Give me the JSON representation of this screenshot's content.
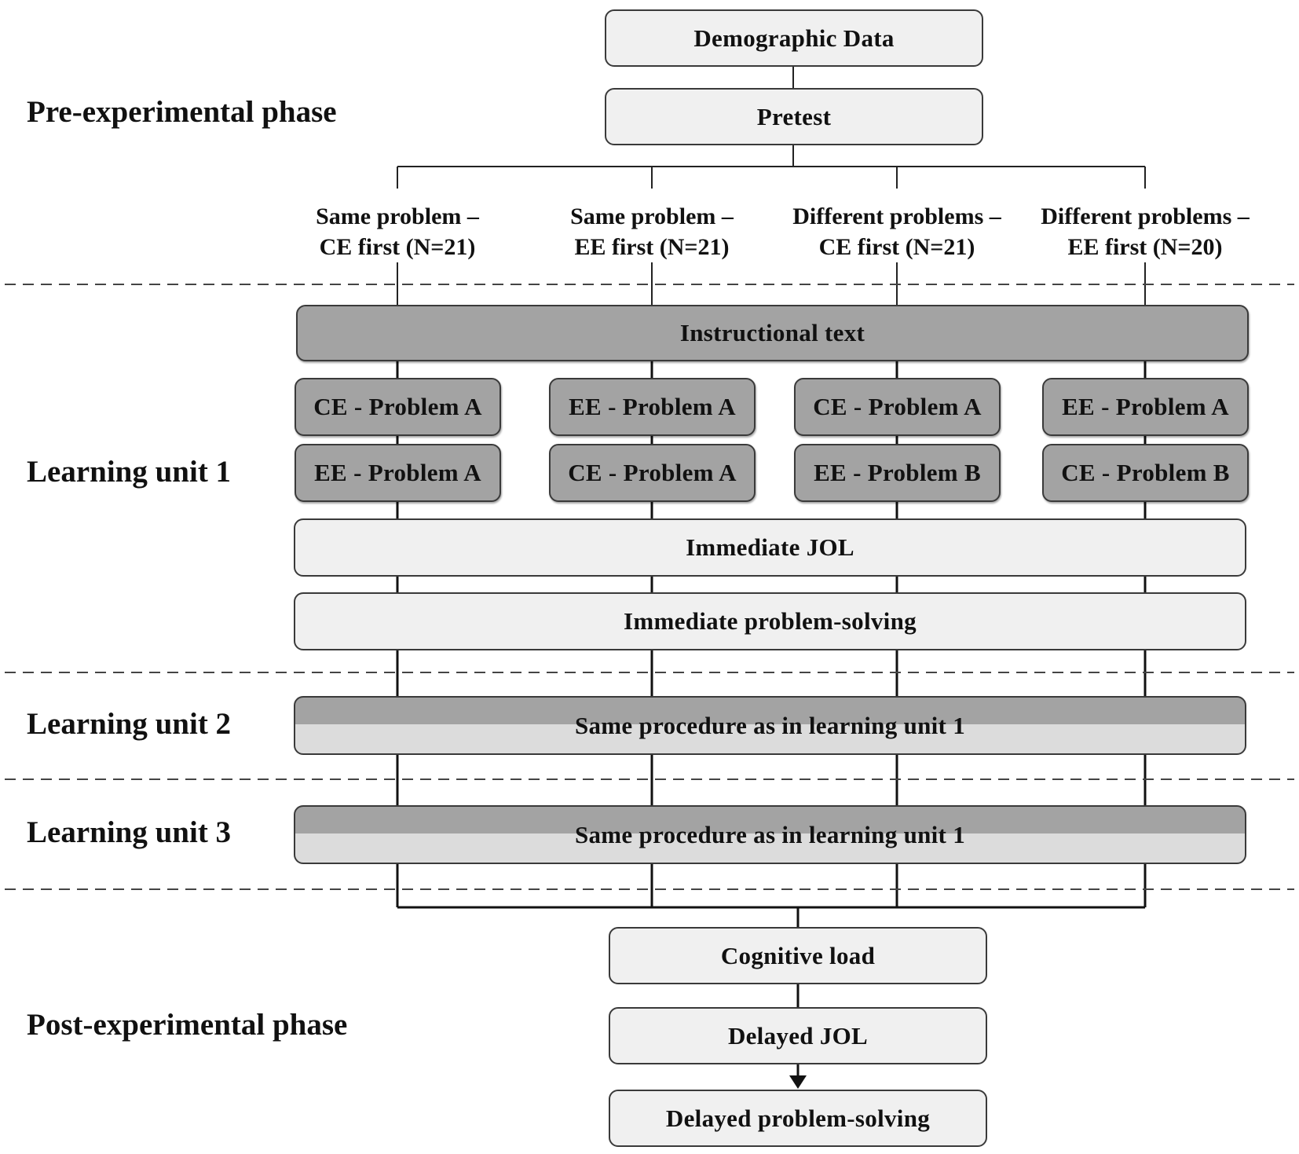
{
  "phases": {
    "pre": "Pre-experimental phase",
    "unit1": "Learning unit 1",
    "unit2": "Learning unit 2",
    "unit3": "Learning unit 3",
    "post": "Post-experimental phase"
  },
  "top_boxes": {
    "demographic": "Demographic Data",
    "pretest": "Pretest"
  },
  "groups": [
    {
      "line1": "Same problem –",
      "line2": "CE first (N=21)"
    },
    {
      "line1": "Same problem –",
      "line2": "EE first (N=21)"
    },
    {
      "line1": "Different problems –",
      "line2": "CE first (N=21)"
    },
    {
      "line1": "Different problems –",
      "line2": "EE first (N=20)"
    }
  ],
  "learning_unit_1": {
    "instructional_text": "Instructional text",
    "problems_first": [
      "CE - Problem A",
      "EE - Problem A",
      "CE - Problem A",
      "EE - Problem A"
    ],
    "problems_second": [
      "EE - Problem A",
      "CE - Problem A",
      "EE - Problem B",
      "CE - Problem B"
    ],
    "immediate_jol": "Immediate JOL",
    "immediate_problem_solving": "Immediate problem-solving"
  },
  "learning_unit_2": {
    "procedure": "Same procedure as in learning unit 1"
  },
  "learning_unit_3": {
    "procedure": "Same procedure as in learning unit 1"
  },
  "post_boxes": {
    "cognitive_load": "Cognitive load",
    "delayed_jol": "Delayed JOL",
    "delayed_problem_solving": "Delayed problem-solving"
  }
}
